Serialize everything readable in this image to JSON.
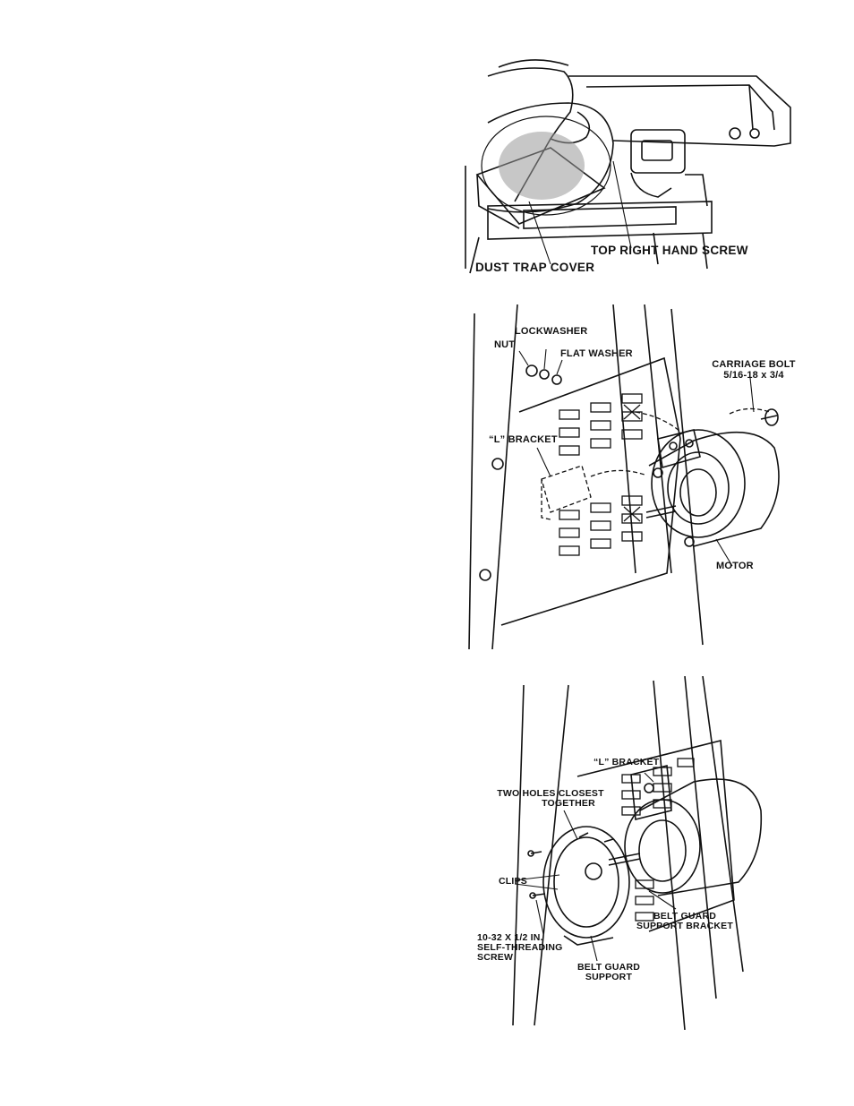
{
  "figure1": {
    "labels": {
      "top_right_hand_screw": "TOP RIGHT HAND SCREW",
      "dust_trap_cover": "DUST TRAP COVER"
    }
  },
  "figure2": {
    "labels": {
      "lockwasher": "LOCKWASHER",
      "nut": "NUT",
      "flat_washer": "FLAT WASHER",
      "carriage_bolt": "CARRIAGE BOLT",
      "carriage_bolt_size": "5/16-18 x 3/4",
      "l_bracket": "“L” BRACKET",
      "motor": "MOTOR"
    }
  },
  "figure3": {
    "labels": {
      "l_bracket": "“L” BRACKET",
      "two_holes_line1": "TWO HOLES CLOSEST",
      "two_holes_line2": "TOGETHER",
      "clips": "CLIPS",
      "screw_line1": "10-32 X 1/2 IN.",
      "screw_line2": "SELF-THREADING",
      "screw_line3": "SCREW",
      "belt_guard_support_bracket_line1": "BELT GUARD",
      "belt_guard_support_bracket_line2": "SUPPORT BRACKET",
      "belt_guard_support_line1": "BELT GUARD",
      "belt_guard_support_line2": "SUPPORT"
    }
  }
}
